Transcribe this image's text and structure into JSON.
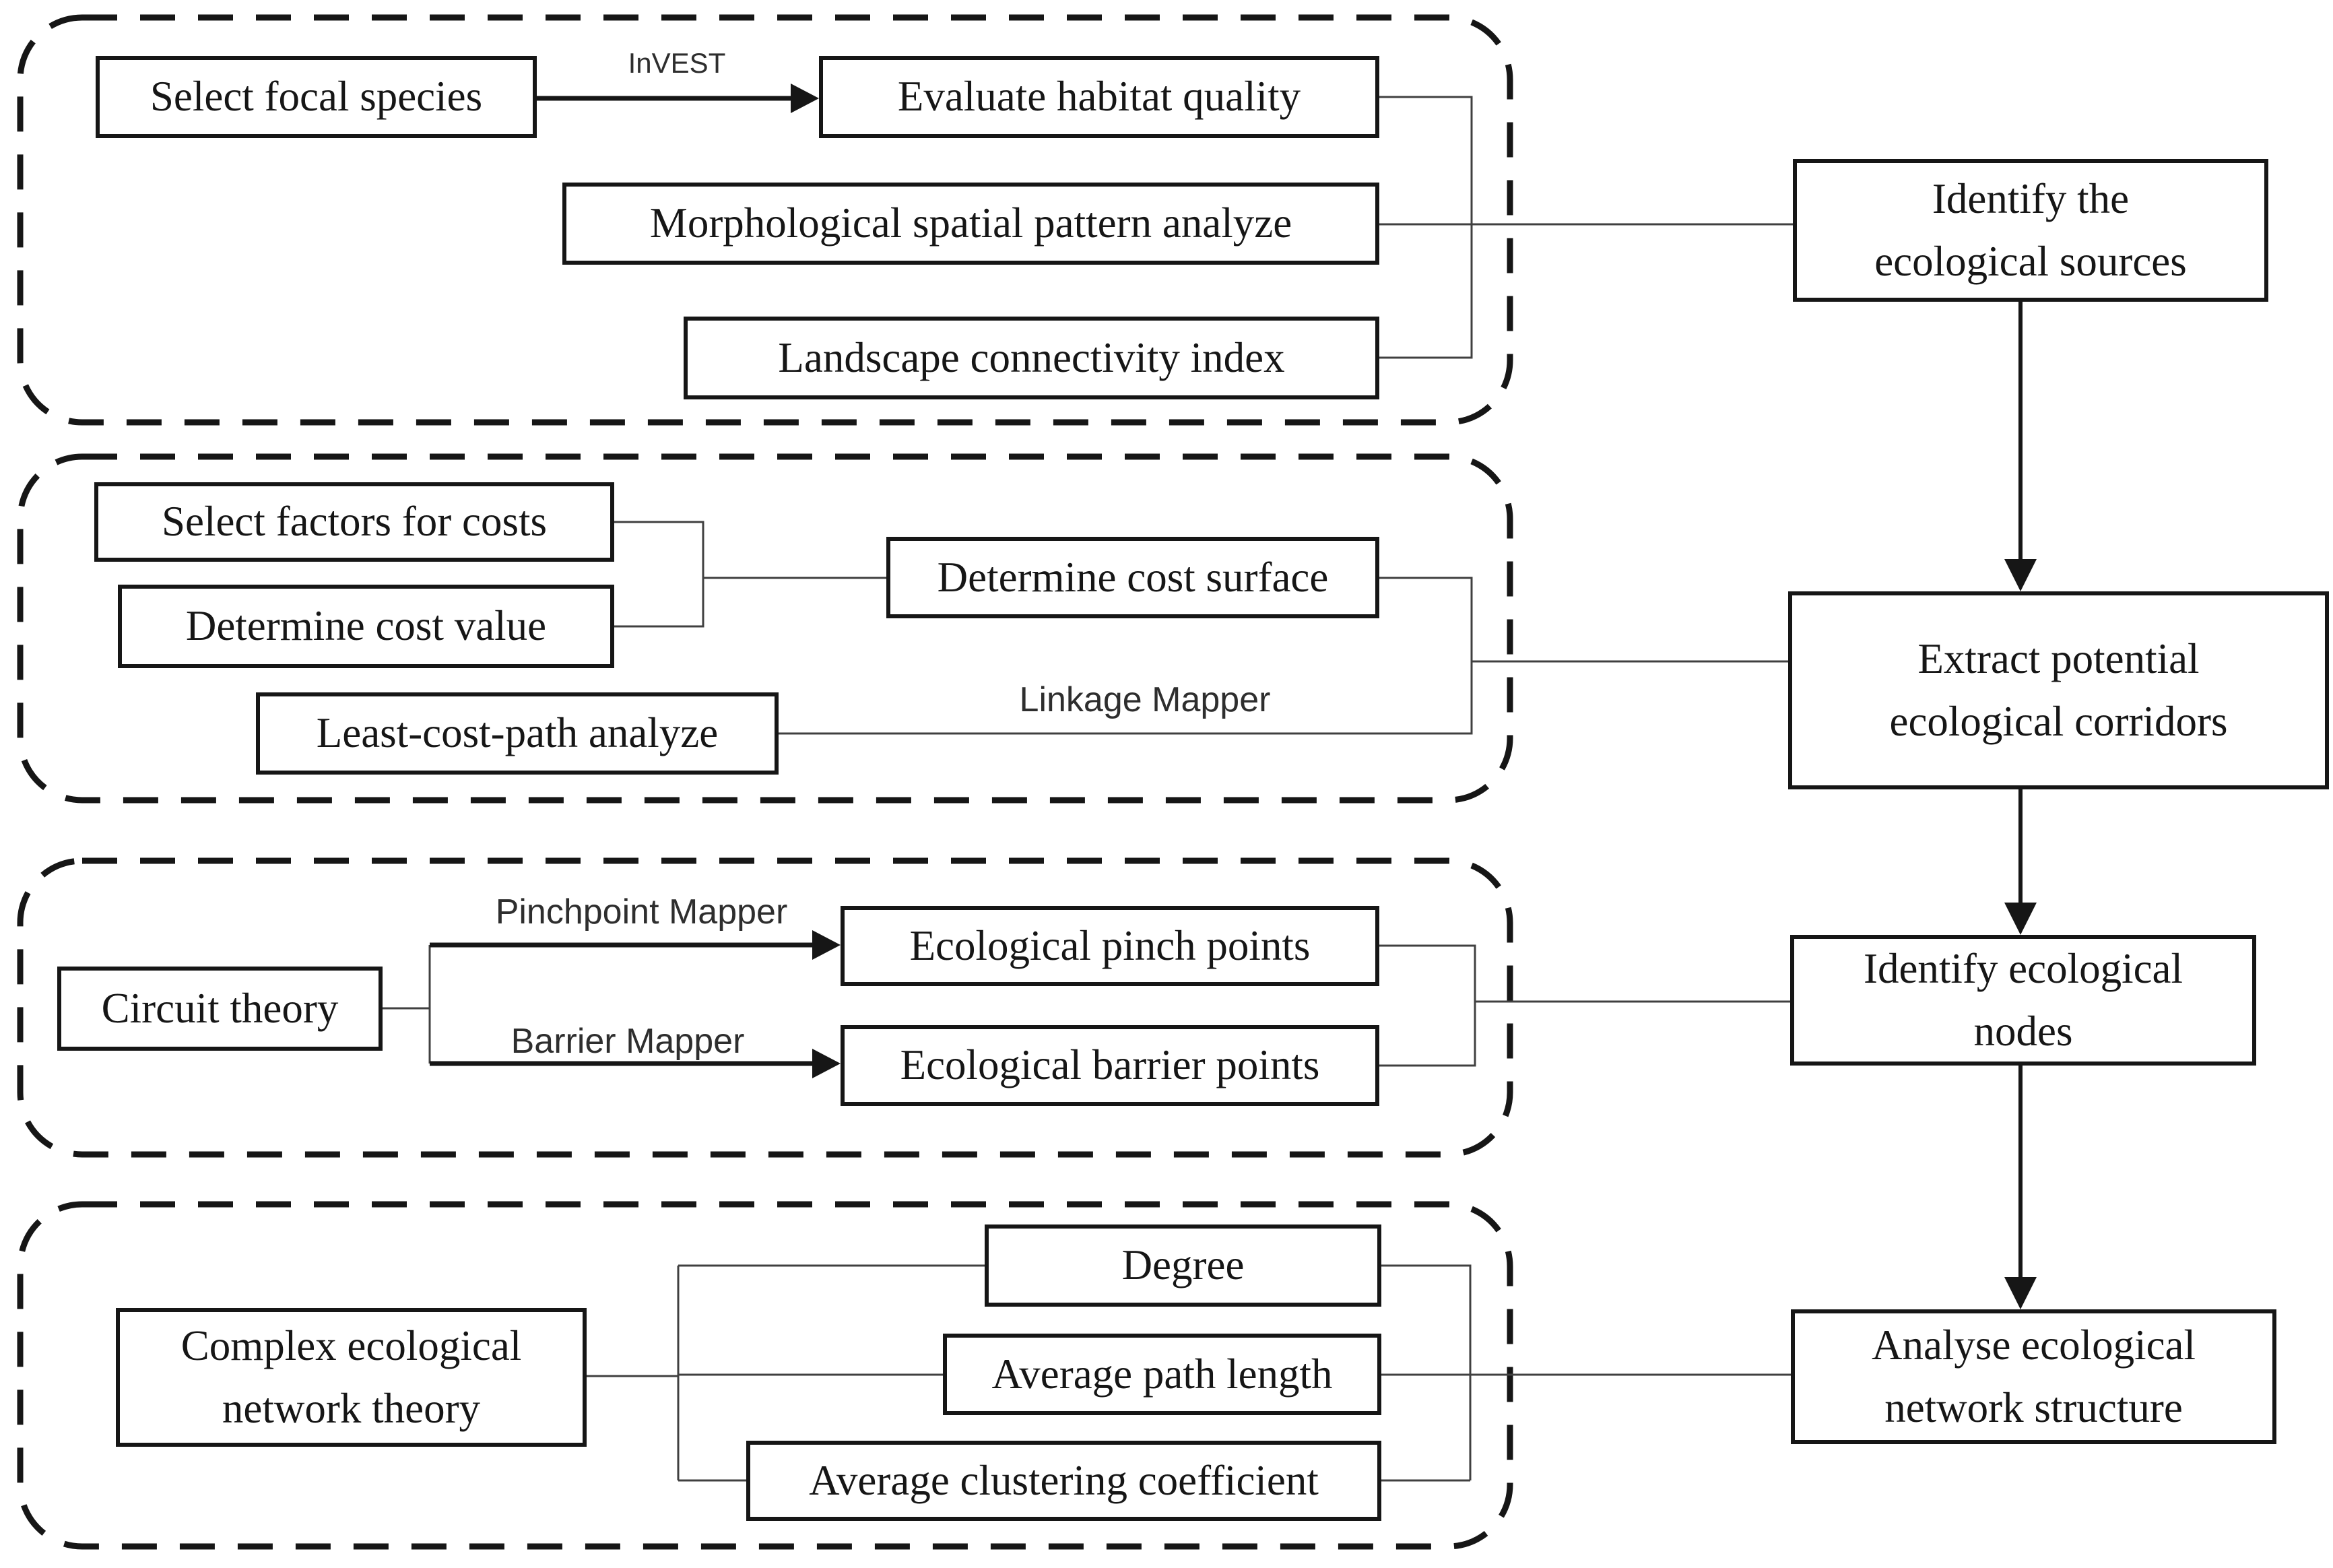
{
  "palette": {
    "background": "#ffffff",
    "ink": "#161616",
    "thin_line": "#404040"
  },
  "boxes": {
    "select_focal_species": "Select focal species",
    "evaluate_habitat_quality": "Evaluate habitat quality",
    "morphological_spatial_pattern_analyze": "Morphological spatial pattern analyze",
    "landscape_connectivity_index": "Landscape connectivity index",
    "select_factors_for_costs": "Select factors for costs",
    "determine_cost_value": "Determine cost value",
    "determine_cost_surface": "Determine cost surface",
    "least_cost_path_analyze": "Least-cost-path analyze",
    "circuit_theory": "Circuit theory",
    "ecological_pinch_points": "Ecological pinch points",
    "ecological_barrier_points": "Ecological barrier points",
    "complex_ecological_network_theory": "Complex ecological\nnetwork theory",
    "degree": "Degree",
    "average_path_length": "Average path length",
    "average_clustering_coefficient": "Average clustering coefficient",
    "identify_the_ecological_sources": "Identify the\necological sources",
    "extract_potential_ecological_corridors": "Extract potential\necological corridors",
    "identify_ecological_nodes": "Identify  ecological\nnodes",
    "analyse_ecological_network_structure": "Analyse ecological\nnetwork structure"
  },
  "annotations": {
    "invest": "InVEST",
    "linkage_mapper": "Linkage Mapper",
    "pinchpoint_mapper": "Pinchpoint Mapper",
    "barrier_mapper": "Barrier Mapper"
  }
}
